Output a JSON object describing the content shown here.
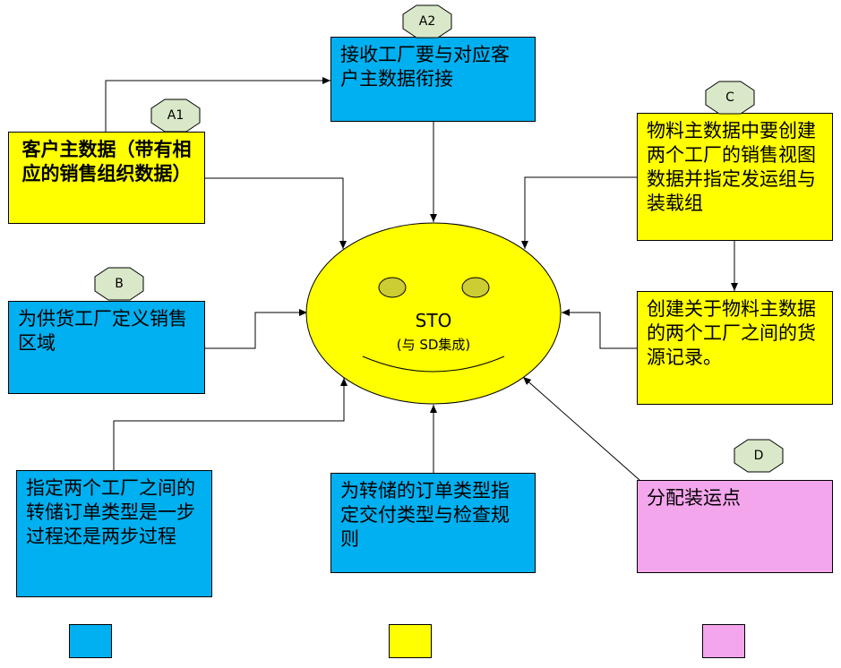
{
  "colors": {
    "blue": "#00b0f0",
    "yellow": "#ffff00",
    "pink": "#f4a6ec",
    "tag_fill": "#d9e8c8"
  },
  "center": {
    "title": "STO",
    "subtitle": "(与 SD集成)"
  },
  "boxes": {
    "a1": "客户主数据（带有相应的销售组织数据）",
    "a2": "接收工厂要与对应客户主数据衔接",
    "b": "为供货工厂定义销售区域",
    "c": "物料主数据中要创建两个工厂的销售视图数据并指定发运组与装载组",
    "c2": "创建关于物料主数据的两个工厂之间的货源记录。",
    "bottom_left": "指定两个工厂之间的转储订单类型是一步过程还是两步过程",
    "bottom_mid": "为转储的订单类型指定交付类型与检查规则",
    "d": "分配装运点"
  },
  "tags": {
    "a1": "A1",
    "a2": "A2",
    "b": "B",
    "c": "C",
    "d": "D"
  }
}
